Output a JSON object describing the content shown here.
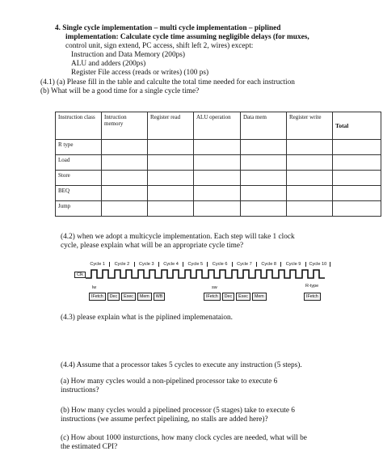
{
  "q4": {
    "title_line1": "4.  Single cycle implementation – multi cycle implementation – piplined",
    "title_line2": "implementation: Calculate cycle time assuming negligible delays (for muxes,",
    "line3": "control unit, sign extend, PC access, shift left 2, wires) except:",
    "line4": "Instruction and Data Memory (200ps)",
    "line5": "ALU and adders (200ps)",
    "line6": "Register File access (reads or writes) (100 ps)",
    "part41a": "(4.1) (a) Please fill in the table and calculte the total time needed for each instruction",
    "part41b": "(b) What will be a good time for a single cycle time?"
  },
  "table": {
    "headers": [
      "Instruction class",
      "Intruction memory",
      "Register read",
      "ALU operation",
      "Data mem",
      "Register write",
      "Total"
    ],
    "rows": [
      "R type",
      "Load",
      "Store",
      "BEQ",
      "Jump"
    ]
  },
  "q42": {
    "line1": "(4.2) when we adopt a multicycle implementation. Each step will take 1 clock",
    "line2": "cycle, please explain what will be an appropriate cycle time?"
  },
  "diagram": {
    "cycles": [
      "Cycle 1",
      "Cycle 2",
      "Cycle 3",
      "Cycle 4",
      "Cycle 5",
      "Cycle 6",
      "Cycle 7",
      "Cycle 8",
      "Cycle 9",
      "Cycle 10"
    ],
    "clk": "Clk",
    "lw": "lw",
    "sw": "sw",
    "rtype": "R-type",
    "stages_lw": [
      "IFetch",
      "Dec",
      "Exec",
      "Mem",
      "WB"
    ],
    "stages_sw": [
      "IFetch",
      "Dec",
      "Exec",
      "Mem"
    ],
    "stages_r": [
      "IFetch"
    ]
  },
  "q43": "(4.3) please explain what is the piplined implemenataion.",
  "q44": {
    "intro": "(4.4) Assume that a processor takes 5 cycles to execute any instruction (5 steps).",
    "a1": "(a)  How  many  cycles  would  a  non-pipelined  processor  take  to  execute  6",
    "a2": "instructions?",
    "b1": "(b) How many cycles would a pipelined processor (5 stages) take to execute 6",
    "b2": "instructions (we assume perfect pipelining, no stalls are added here)?",
    "c1": "(c) How about 1000 insturctions, how many clock cycles are needed, what will be",
    "c2": "the estimated CPI?"
  }
}
